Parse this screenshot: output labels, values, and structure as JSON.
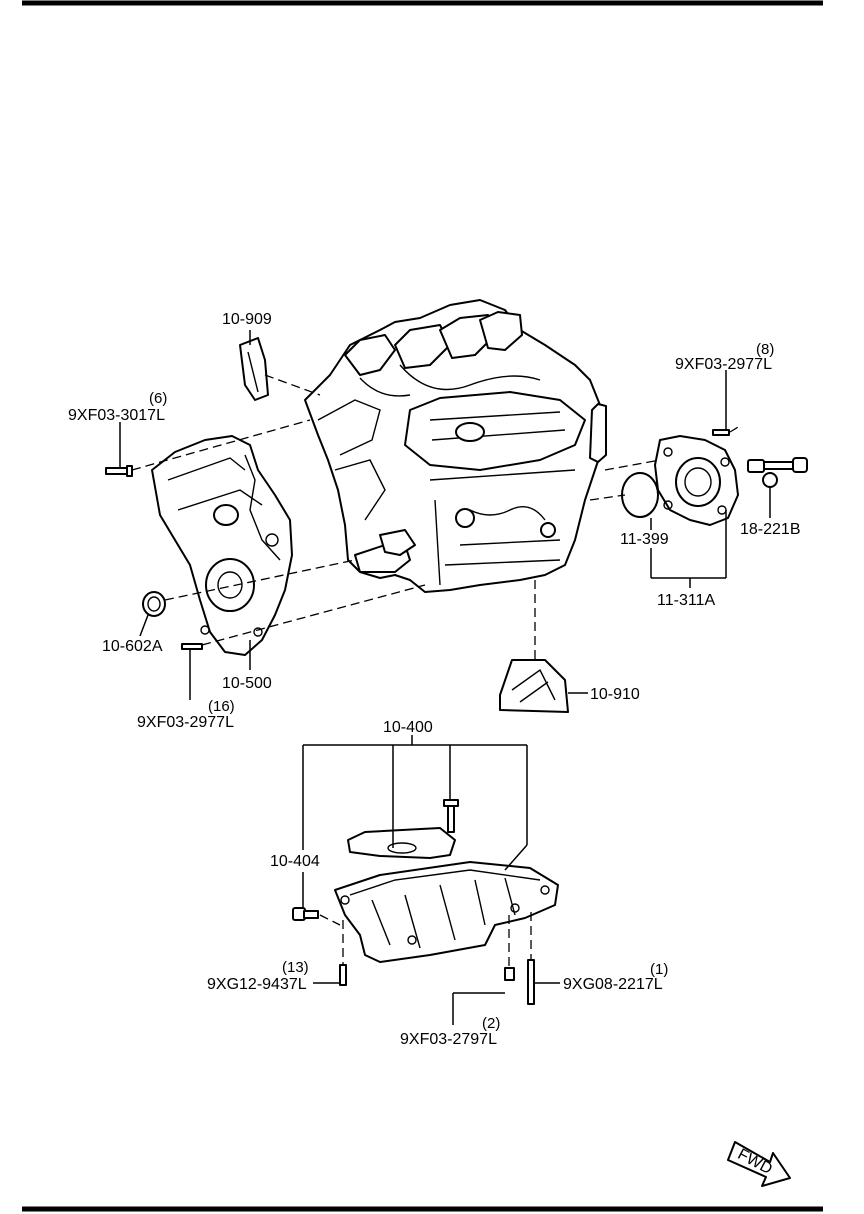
{
  "callouts": {
    "p10909": "10-909",
    "p9xf03_3017l": "9XF03-3017L",
    "p9xf03_3017l_qty": "(6)",
    "p9xf03_2977l_top": "9XF03-2977L",
    "p9xf03_2977l_top_qty": "(8)",
    "p11399": "11-399",
    "p18221b": "18-221B",
    "p11311a": "11-311A",
    "p10602a": "10-602A",
    "p10500": "10-500",
    "p9xf03_2977l_bot": "9XF03-2977L",
    "p9xf03_2977l_bot_qty": "(16)",
    "p10910": "10-910",
    "p10400": "10-400",
    "p10404": "10-404",
    "p9xg12_9437l": "9XG12-9437L",
    "p9xg12_9437l_qty": "(13)",
    "p9xg08_2217l": "9XG08-2217L",
    "p9xg08_2217l_qty": "(1)",
    "p9xf03_2797l": "9XF03-2797L",
    "p9xf03_2797l_qty": "(2)"
  },
  "fwd_arrow": {
    "label": "FWD"
  }
}
